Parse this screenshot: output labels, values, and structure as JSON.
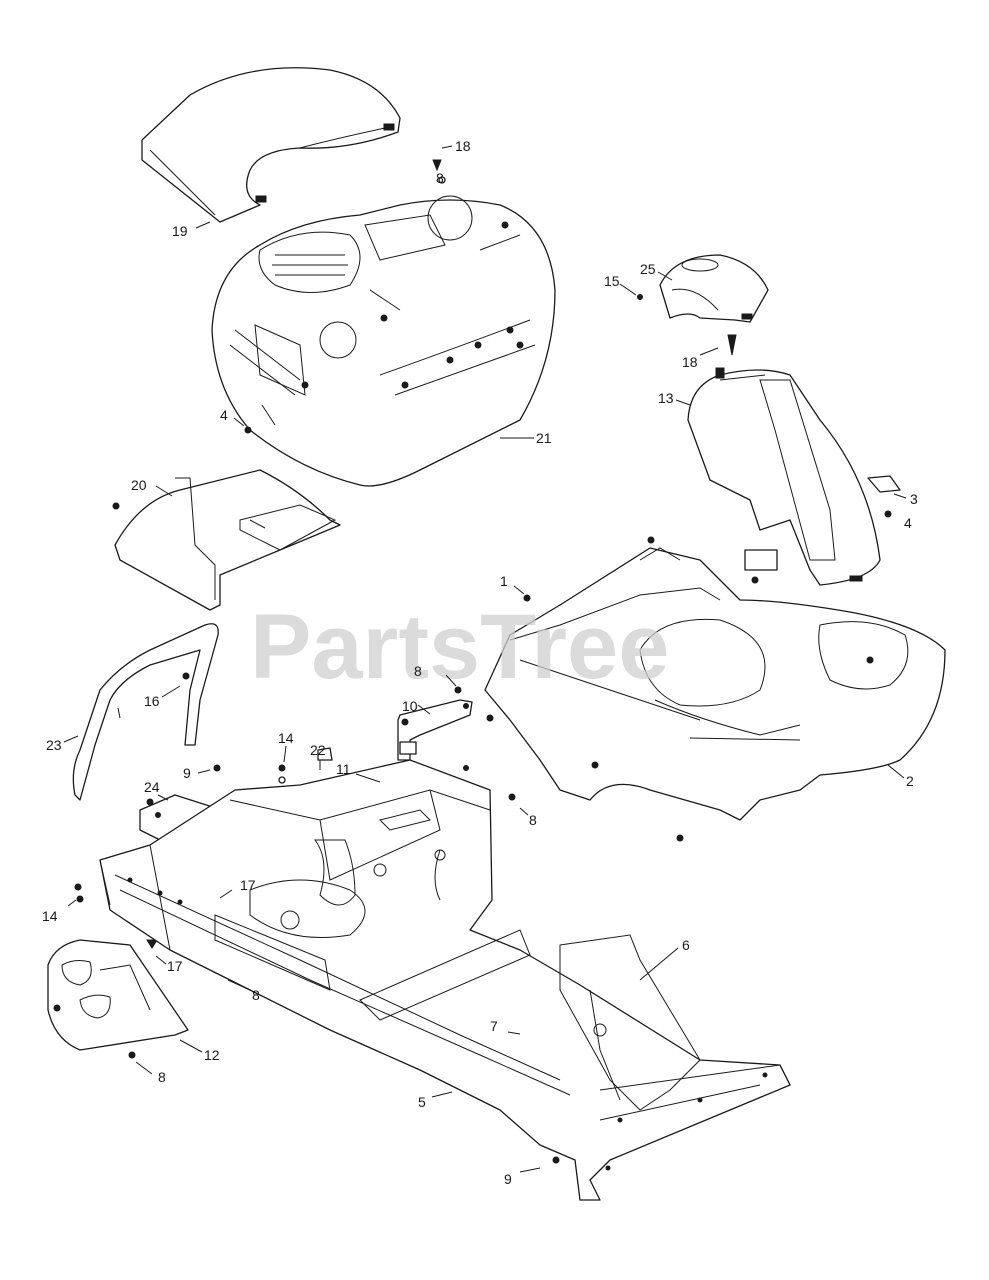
{
  "watermark": "PartsTree",
  "callouts": [
    {
      "id": "c19",
      "text": "19"
    },
    {
      "id": "c18a",
      "text": "18"
    },
    {
      "id": "c8a",
      "text": "8"
    },
    {
      "id": "c25",
      "text": "25"
    },
    {
      "id": "c15",
      "text": "15"
    },
    {
      "id": "c18b",
      "text": "18"
    },
    {
      "id": "c13",
      "text": "13"
    },
    {
      "id": "c4a",
      "text": "4"
    },
    {
      "id": "c21",
      "text": "21"
    },
    {
      "id": "c20",
      "text": "20"
    },
    {
      "id": "c3",
      "text": "3"
    },
    {
      "id": "c4b",
      "text": "4"
    },
    {
      "id": "c1",
      "text": "1"
    },
    {
      "id": "c8b",
      "text": "8"
    },
    {
      "id": "c16",
      "text": "16"
    },
    {
      "id": "c10",
      "text": "10"
    },
    {
      "id": "c23",
      "text": "23"
    },
    {
      "id": "c14a",
      "text": "14"
    },
    {
      "id": "c22",
      "text": "22"
    },
    {
      "id": "c11",
      "text": "11"
    },
    {
      "id": "c9a",
      "text": "9"
    },
    {
      "id": "c24",
      "text": "24"
    },
    {
      "id": "c8c",
      "text": "8"
    },
    {
      "id": "c2",
      "text": "2"
    },
    {
      "id": "c17a",
      "text": "17"
    },
    {
      "id": "c14b",
      "text": "14"
    },
    {
      "id": "c6",
      "text": "6"
    },
    {
      "id": "c17b",
      "text": "17"
    },
    {
      "id": "c8d",
      "text": "8"
    },
    {
      "id": "c7",
      "text": "7"
    },
    {
      "id": "c12",
      "text": "12"
    },
    {
      "id": "c8e",
      "text": "8"
    },
    {
      "id": "c5",
      "text": "5"
    },
    {
      "id": "c9b",
      "text": "9"
    }
  ]
}
